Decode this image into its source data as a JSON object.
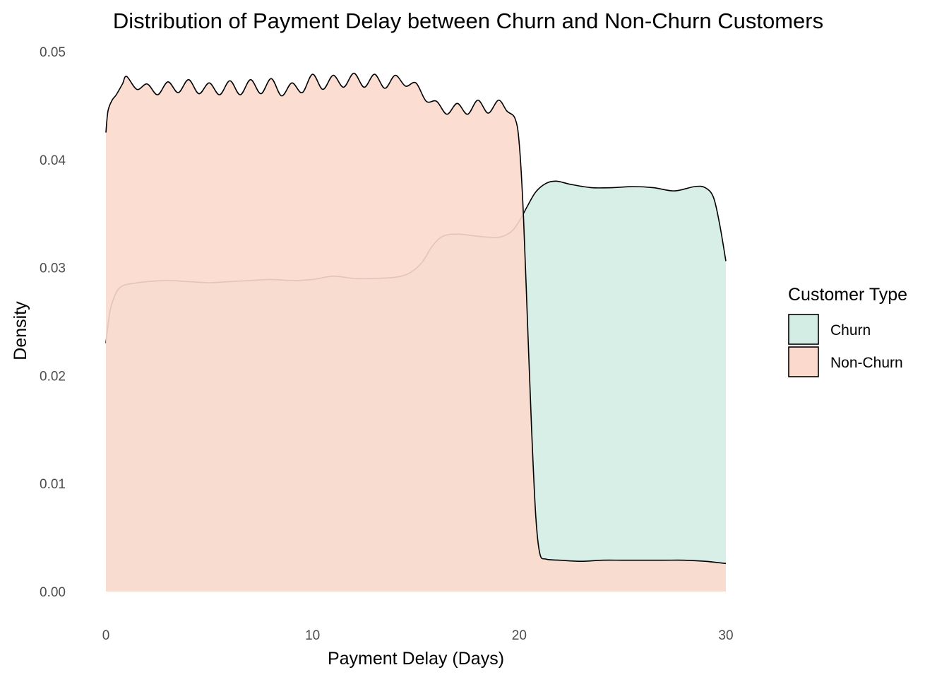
{
  "chart_data": {
    "type": "area",
    "subtype": "density",
    "title": "Distribution of Payment Delay between Churn and Non-Churn Customers",
    "xlabel": "Payment Delay (Days)",
    "ylabel": "Density",
    "xlim": [
      0,
      30
    ],
    "ylim": [
      0,
      0.05
    ],
    "x_ticks": [
      0,
      10,
      20,
      30
    ],
    "x_tick_labels": [
      "0",
      "10",
      "20",
      "30"
    ],
    "y_ticks": [
      0,
      0.01,
      0.02,
      0.03,
      0.04,
      0.05
    ],
    "y_tick_labels": [
      "0.00",
      "0.01",
      "0.02",
      "0.03",
      "0.04",
      "0.05"
    ],
    "grid": false,
    "legend": {
      "title": "Customer Type",
      "position": "right"
    },
    "series": [
      {
        "name": "Churn",
        "color": "#d3ede4",
        "points": [
          [
            0,
            0.023
          ],
          [
            0.2,
            0.026
          ],
          [
            0.5,
            0.0277
          ],
          [
            0.8,
            0.0283
          ],
          [
            1.2,
            0.0285
          ],
          [
            2,
            0.0287
          ],
          [
            3,
            0.0288
          ],
          [
            4,
            0.0287
          ],
          [
            5,
            0.0286
          ],
          [
            6,
            0.0287
          ],
          [
            7,
            0.0288
          ],
          [
            8,
            0.0289
          ],
          [
            9,
            0.0288
          ],
          [
            10,
            0.0289
          ],
          [
            11,
            0.0292
          ],
          [
            12,
            0.029
          ],
          [
            13,
            0.029
          ],
          [
            14,
            0.0291
          ],
          [
            14.7,
            0.0295
          ],
          [
            15.3,
            0.0305
          ],
          [
            15.8,
            0.032
          ],
          [
            16.3,
            0.0329
          ],
          [
            17,
            0.0331
          ],
          [
            18,
            0.0329
          ],
          [
            19,
            0.0328
          ],
          [
            19.6,
            0.0333
          ],
          [
            20,
            0.0343
          ],
          [
            20.4,
            0.0357
          ],
          [
            20.8,
            0.037
          ],
          [
            21.3,
            0.0378
          ],
          [
            21.8,
            0.038
          ],
          [
            22.5,
            0.0377
          ],
          [
            23.5,
            0.0374
          ],
          [
            24.5,
            0.0374
          ],
          [
            25.5,
            0.0375
          ],
          [
            26.5,
            0.0374
          ],
          [
            27.5,
            0.0371
          ],
          [
            28.5,
            0.0375
          ],
          [
            29,
            0.0374
          ],
          [
            29.4,
            0.0365
          ],
          [
            29.7,
            0.034
          ],
          [
            30,
            0.0306
          ]
        ]
      },
      {
        "name": "Non-Churn",
        "color": "#fcd9cd",
        "points": [
          [
            0,
            0.0425
          ],
          [
            0.1,
            0.0445
          ],
          [
            0.3,
            0.0455
          ],
          [
            0.5,
            0.046
          ],
          [
            0.8,
            0.047
          ],
          [
            1,
            0.0477
          ],
          [
            1.5,
            0.0465
          ],
          [
            2,
            0.047
          ],
          [
            2.5,
            0.046
          ],
          [
            3,
            0.0472
          ],
          [
            3.5,
            0.0462
          ],
          [
            4,
            0.0474
          ],
          [
            4.5,
            0.0461
          ],
          [
            5,
            0.0471
          ],
          [
            5.5,
            0.046
          ],
          [
            6,
            0.0473
          ],
          [
            6.5,
            0.046
          ],
          [
            7,
            0.0474
          ],
          [
            7.5,
            0.0461
          ],
          [
            8,
            0.0475
          ],
          [
            8.5,
            0.0459
          ],
          [
            9,
            0.0471
          ],
          [
            9.5,
            0.0462
          ],
          [
            10,
            0.0479
          ],
          [
            10.5,
            0.0465
          ],
          [
            11,
            0.0478
          ],
          [
            11.5,
            0.0467
          ],
          [
            12,
            0.048
          ],
          [
            12.5,
            0.0467
          ],
          [
            13,
            0.0479
          ],
          [
            13.5,
            0.0466
          ],
          [
            14,
            0.0478
          ],
          [
            14.5,
            0.0468
          ],
          [
            15,
            0.0471
          ],
          [
            15.5,
            0.0454
          ],
          [
            16,
            0.0454
          ],
          [
            16.5,
            0.0442
          ],
          [
            17,
            0.0452
          ],
          [
            17.5,
            0.0442
          ],
          [
            18,
            0.0455
          ],
          [
            18.5,
            0.0443
          ],
          [
            19,
            0.0455
          ],
          [
            19.4,
            0.0445
          ],
          [
            19.8,
            0.0438
          ],
          [
            20,
            0.0415
          ],
          [
            20.2,
            0.035
          ],
          [
            20.4,
            0.025
          ],
          [
            20.6,
            0.015
          ],
          [
            20.8,
            0.007
          ],
          [
            21,
            0.0035
          ],
          [
            21.3,
            0.003
          ],
          [
            22,
            0.0029
          ],
          [
            23,
            0.0028
          ],
          [
            24,
            0.0029
          ],
          [
            25,
            0.0029
          ],
          [
            26,
            0.0029
          ],
          [
            27,
            0.0029
          ],
          [
            28,
            0.0029
          ],
          [
            29,
            0.0028
          ],
          [
            30,
            0.0026
          ]
        ]
      }
    ]
  }
}
